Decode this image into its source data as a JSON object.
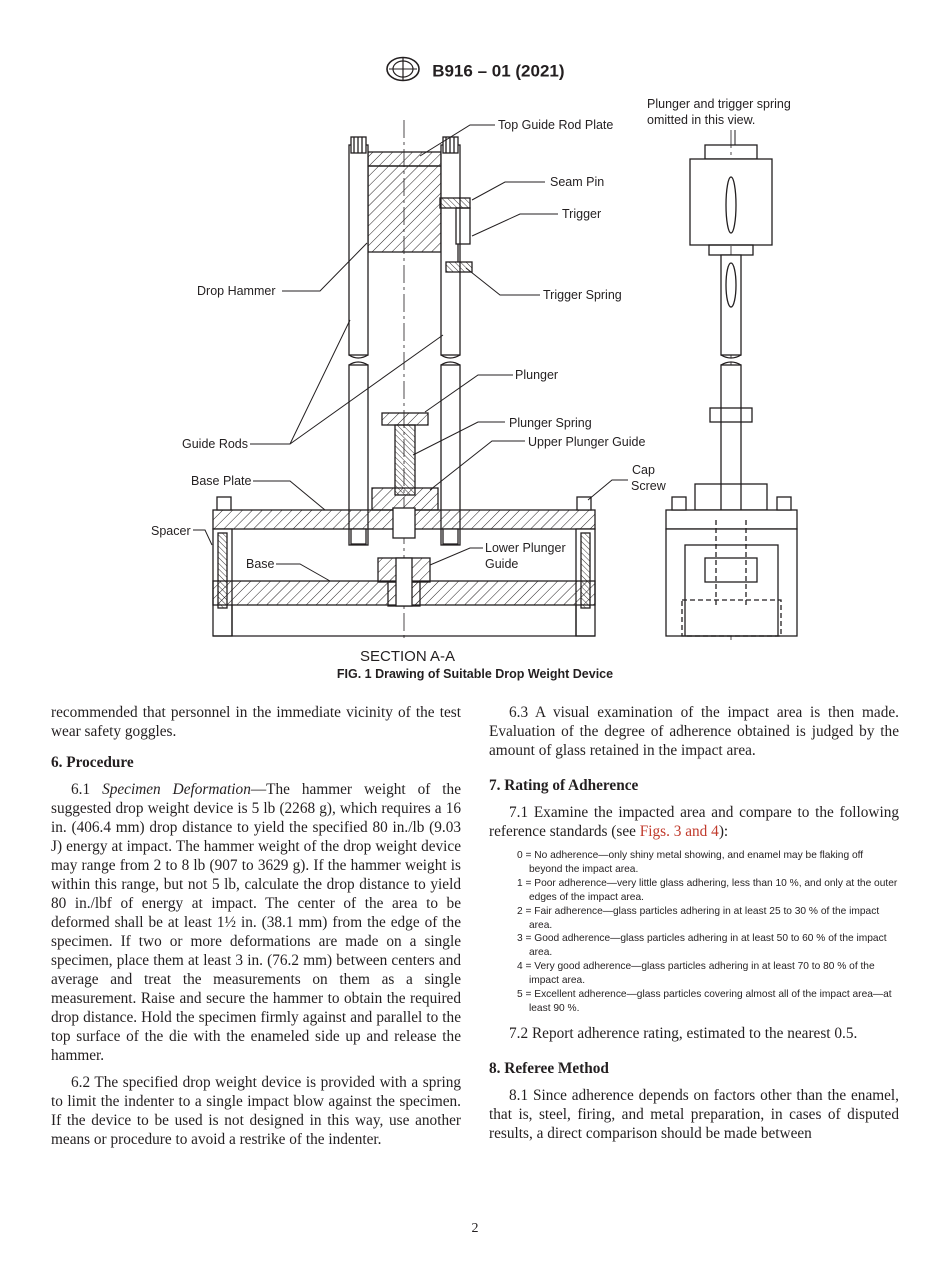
{
  "header": {
    "standard_number": "B916 – 01 (2021)"
  },
  "figure": {
    "labels": {
      "top_guide_rod_plate": "Top Guide Rod Plate",
      "seam_pin": "Seam Pin",
      "trigger": "Trigger",
      "drop_hammer": "Drop Hammer",
      "trigger_spring": "Trigger Spring",
      "plunger": "Plunger",
      "plunger_spring": "Plunger Spring",
      "upper_plunger_guide": "Upper Plunger Guide",
      "guide_rods": "Guide Rods",
      "base_plate": "Base Plate",
      "cap": "Cap",
      "screw": "Screw",
      "spacer": "Spacer",
      "base": "Base",
      "lower_plunger": "Lower Plunger",
      "guide": "Guide",
      "section": "SECTION A-A",
      "side_note_line1": "Plunger and trigger spring",
      "side_note_line2": "omitted in this view."
    },
    "caption": "FIG. 1 Drawing of Suitable Drop Weight Device"
  },
  "left_column": {
    "continued_text": "recommended that personnel in the immediate vicinity of the test wear safety goggles.",
    "section6_heading": "6. Procedure",
    "p61_number": "6.1 ",
    "p61_italic": "Specimen Deformation",
    "p61_text": "—The hammer weight of the suggested drop weight device is 5 lb (2268 g), which requires a 16 in. (406.4 mm) drop distance to yield the specified 80 in./lb (9.03 J) energy at impact. The hammer weight of the drop weight device may range from 2 to 8 lb (907 to 3629 g). If the hammer weight is within this range, but not 5 lb, calculate the drop distance to yield 80 in./lbf of energy at impact. The center of the area to be deformed shall be at least 1½ in. (38.1 mm) from the edge of the specimen. If two or more deformations are made on a single specimen, place them at least 3 in. (76.2 mm) between centers and average and treat the measurements on them as a single measurement. Raise and secure the hammer to obtain the required drop distance. Hold the specimen firmly against and parallel to the top surface of the die with the enameled side up and release the hammer.",
    "p62": "6.2 The specified drop weight device is provided with a spring to limit the indenter to a single impact blow against the specimen. If the device to be used is not designed in this way, use another means or procedure to avoid a restrike of the indenter."
  },
  "right_column": {
    "p63": "6.3 A visual examination of the impact area is then made. Evaluation of the degree of adherence obtained is judged by the amount of glass retained in the impact area.",
    "section7_heading": "7. Rating of Adherence",
    "p71_before": "7.1 Examine the impacted area and compare to the following reference standards (see ",
    "p71_link": "Figs. 3 and 4",
    "p71_after": "):",
    "ratings": [
      "0 = No adherence—only shiny metal showing, and enamel may be flaking off beyond the impact area.",
      "1 = Poor adherence—very little glass adhering, less than 10 %, and only at the outer edges of the impact area.",
      "2 = Fair adherence—glass particles adhering in at least 25 to 30 % of the impact area.",
      "3 = Good adherence—glass particles adhering in at least 50 to 60 % of the impact area.",
      "4 = Very good adherence—glass particles adhering in at least 70 to 80 % of the impact area.",
      "5 = Excellent adherence—glass particles covering almost all of the impact area—at least 90 %."
    ],
    "p72": "7.2 Report adherence rating, estimated to the nearest 0.5.",
    "section8_heading": "8. Referee Method",
    "p81": "8.1 Since adherence depends on factors other than the enamel, that is, steel, firing, and metal preparation, in cases of disputed results, a direct comparison should be made between"
  },
  "footer": {
    "page_number": "2"
  }
}
